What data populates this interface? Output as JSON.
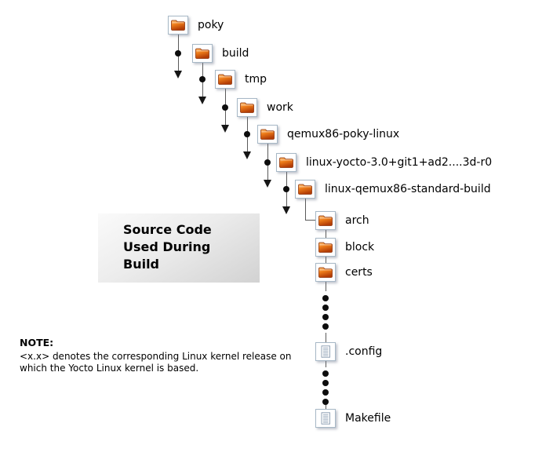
{
  "tree": {
    "items": [
      {
        "label": "poky",
        "type": "folder"
      },
      {
        "label": "build",
        "type": "folder"
      },
      {
        "label": "tmp",
        "type": "folder"
      },
      {
        "label": "work",
        "type": "folder"
      },
      {
        "label": "qemux86-poky-linux",
        "type": "folder"
      },
      {
        "label": "linux-yocto-3.0+git1+ad2....3d-r0",
        "type": "folder"
      },
      {
        "label": "linux-qemux86-standard-build",
        "type": "folder"
      },
      {
        "label": "arch",
        "type": "folder"
      },
      {
        "label": "block",
        "type": "folder"
      },
      {
        "label": "certs",
        "type": "folder"
      },
      {
        "label": ".config",
        "type": "file"
      },
      {
        "label": "Makefile",
        "type": "file"
      }
    ]
  },
  "callout": {
    "text": "Source Code\nUsed During\nBuild"
  },
  "note": {
    "label": "NOTE:",
    "text": "<x.x> denotes the corresponding Linux kernel release on\nwhich the Yocto Linux kernel is based."
  },
  "colors": {
    "folder_orange": "#e2711d",
    "icon_border": "#a7b8c6",
    "connector_gray": "#5a5a5a",
    "callout_bg": "#e8e8e8"
  }
}
